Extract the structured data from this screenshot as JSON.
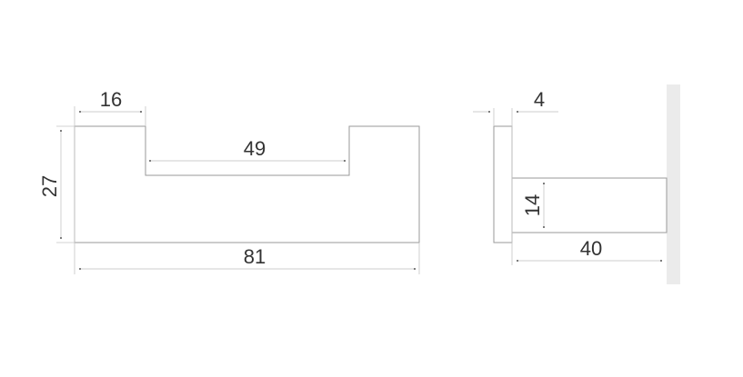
{
  "front_view": {
    "dim_top_arm": "16",
    "dim_slot": "49",
    "dim_height": "27",
    "dim_total_width": "81"
  },
  "side_view": {
    "dim_plate_thickness": "4",
    "dim_bar_height": "14",
    "dim_projection": "40"
  },
  "colors": {
    "outline": "#9a9a9a",
    "wall": "#ebebeb",
    "text": "#333333"
  }
}
